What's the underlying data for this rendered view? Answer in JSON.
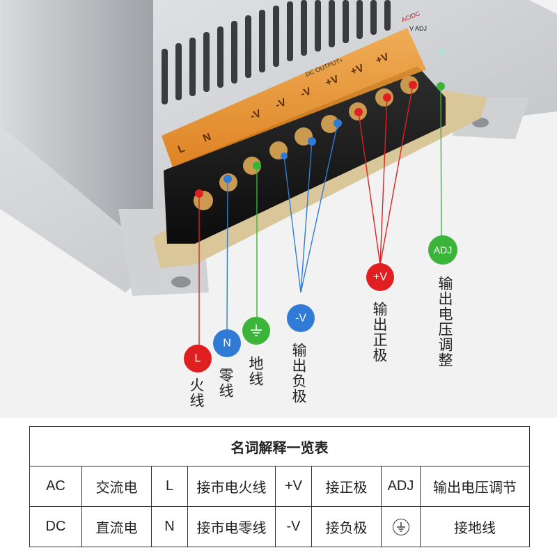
{
  "photo": {
    "labels": {
      "panel_text": "DC OUTPUT+",
      "ac_dc_tag": "AC/DC",
      "v_adj": "V ADJ",
      "term_L": "L",
      "term_N": "N",
      "term_minus": [
        "-V",
        "-V",
        "-V"
      ],
      "term_plus": [
        "+V",
        "+V",
        "+V"
      ]
    }
  },
  "callouts": {
    "L": {
      "symbol": "L",
      "text": "火线",
      "color": "#e02020"
    },
    "N": {
      "symbol": "N",
      "text": "零线",
      "color": "#2f7bd6"
    },
    "ground": {
      "symbol": "ground-icon",
      "text": "地线",
      "color": "#3ab53a"
    },
    "minus": {
      "symbol": "-V",
      "text": "输出负极",
      "color": "#2f7bd6"
    },
    "plus": {
      "symbol": "+V",
      "text": "输出正极",
      "color": "#e02020"
    },
    "adj": {
      "symbol": "ADJ",
      "text": "输出电压调整",
      "color": "#3ab53a"
    }
  },
  "glossary": {
    "title": "名词解释一览表",
    "rows": [
      [
        "AC",
        "交流电",
        "L",
        "接市电火线",
        "+V",
        "接正极",
        "ADJ",
        "输出电压调节"
      ],
      [
        "DC",
        "直流电",
        "N",
        "接市电零线",
        "-V",
        "接负极",
        "ground-icon",
        "接地线"
      ]
    ]
  }
}
